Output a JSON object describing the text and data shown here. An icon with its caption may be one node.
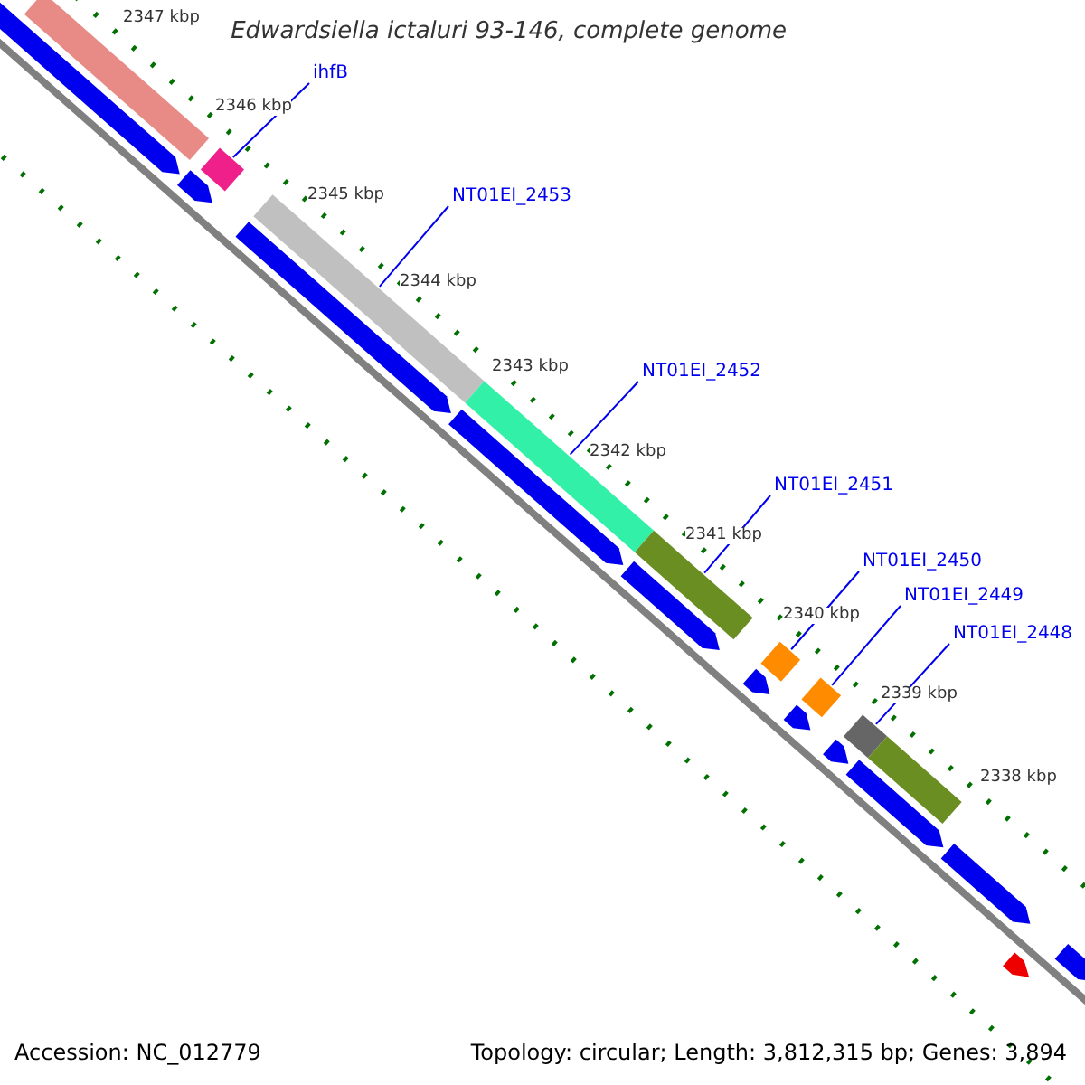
{
  "diagram": {
    "title": "Edwardsiella ictaluri 93-146, complete genome",
    "nodes": [
      {
        "text": [
          "ihfB"
        ]
      },
      {
        "text": [
          "NT01EI_2453"
        ]
      },
      {
        "text": [
          "NT01EI_2452"
        ]
      },
      {
        "text": [
          "NT01EI_2451"
        ]
      },
      {
        "text": [
          "NT01EI_2450"
        ]
      },
      {
        "text": [
          "NT01EI_2449"
        ]
      },
      {
        "text": [
          "NT01EI_2448"
        ]
      },
      {
        "text": [],
        "shape": "bar"
      },
      {
        "text": [],
        "shape": "bar"
      },
      {
        "text": [],
        "shape": "bar"
      },
      {
        "text": [],
        "shape": "bar"
      },
      {
        "text": [],
        "shape": "bar"
      },
      {
        "text": [],
        "shape": "bar"
      },
      {
        "text": [],
        "shape": "bar"
      },
      {
        "text": [],
        "shape": "bar"
      },
      {
        "text": [],
        "shape": "bar"
      },
      {
        "text": [],
        "shape": "pentagon"
      },
      {
        "text": [],
        "shape": "pentagon"
      },
      {
        "text": [],
        "shape": "pentagon"
      },
      {
        "text": [],
        "shape": "pentagon"
      },
      {
        "text": [],
        "shape": "pentagon"
      },
      {
        "text": [],
        "shape": "pentagon"
      },
      {
        "text": [],
        "shape": "pentagon"
      },
      {
        "text": [],
        "shape": "pentagon"
      },
      {
        "text": [],
        "shape": "pentagon"
      },
      {
        "text": [],
        "shape": "pentagon"
      },
      {
        "text": [],
        "shape": "pentagon"
      },
      {
        "text": [],
        "shape": "pentagon"
      }
    ],
    "edges": [
      {
        "from": 0,
        "to": 7,
        "arrow": "none"
      },
      {
        "from": 1,
        "to": 8,
        "arrow": "none"
      },
      {
        "from": 2,
        "to": 9,
        "arrow": "none"
      },
      {
        "from": 3,
        "to": 10,
        "arrow": "none"
      },
      {
        "from": 4,
        "to": 11,
        "arrow": "none"
      },
      {
        "from": 5,
        "to": 12,
        "arrow": "none"
      },
      {
        "from": 6,
        "to": 13,
        "arrow": "none"
      }
    ],
    "labels": [
      "2347 kbp",
      "2346 kbp",
      "2345 kbp",
      "2344 kbp",
      "2343 kbp",
      "2342 kbp",
      "2341 kbp",
      "2340 kbp",
      "2339 kbp",
      "2338 kbp",
      "Accession: NC_012779",
      "Topology: circular; Length: 3,812,315 bp; Genes: 3,894"
    ]
  }
}
